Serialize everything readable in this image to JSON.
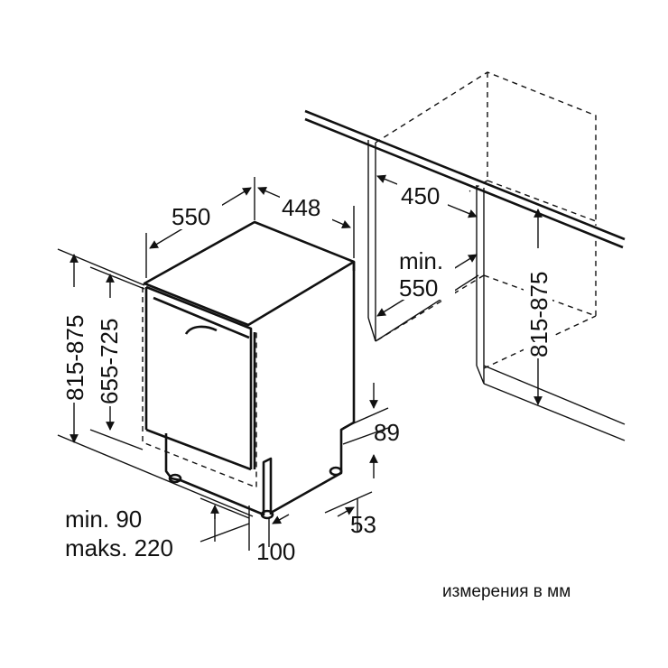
{
  "colors": {
    "line": "#111111",
    "background": "#ffffff"
  },
  "dimensions": {
    "width_depth": "550",
    "width": "448",
    "niche_width": "450",
    "min_label": "min.",
    "min_depth": "550",
    "niche_height_right": "815-875",
    "height_left": "815-875",
    "door_height": "655-725",
    "plinth_top": "89",
    "plinth_side": "53",
    "plinth_offset": "100",
    "plinth_min": "min. 90",
    "plinth_max": "maks. 220"
  },
  "footer_note": "измерения в мм"
}
